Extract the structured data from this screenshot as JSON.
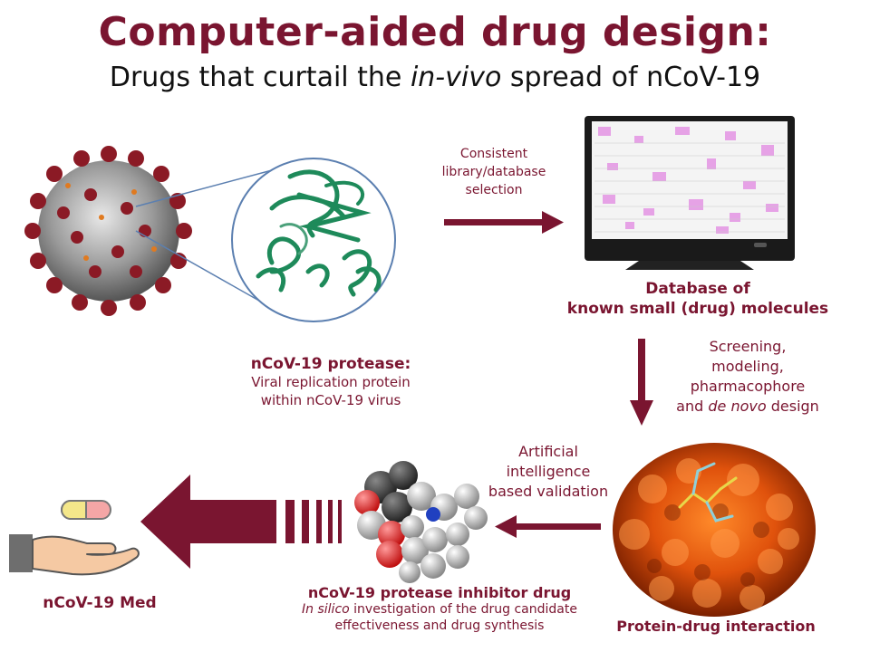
{
  "title": "Computer-aided drug design:",
  "subtitle": {
    "prefix": "Drugs that curtail the ",
    "italic": "in-vivo",
    "suffix": " spread of nCoV-19"
  },
  "arrow_label_consistent": {
    "line1": "Consistent",
    "line2": "library/database",
    "line3": "selection"
  },
  "database_label": {
    "line1": "Database of",
    "line2": "known small (drug) molecules"
  },
  "protease_label": {
    "head": "nCoV-19 protease:",
    "line1": "Viral replication protein",
    "line2": "within nCoV-19 virus"
  },
  "screening_label": {
    "line1": "Screening,",
    "line2": "modeling,",
    "line3": "pharmacophore",
    "line4_prefix": "and ",
    "line4_italic": "de novo",
    "line4_suffix": " design"
  },
  "ai_label": {
    "line1": "Artificial",
    "line2": "intelligence",
    "line3": "based validation"
  },
  "protein_label": "Protein-drug interaction",
  "inhibitor_label": {
    "head": "nCoV-19 protease inhibitor drug",
    "line1_italic": "In silico",
    "line1_suffix": " investigation of the drug candidate",
    "line2": "effectiveness and drug synthesis"
  },
  "med_label": "nCoV-19 Med",
  "colors": {
    "maroon": "#7a1530",
    "protein_green": "#1e8a5a",
    "circle_blue": "#5b7fb0",
    "virus_red": "#8b1a25",
    "orange": "#e05a10"
  },
  "icons": [
    "virus-icon",
    "protein-structure-icon",
    "monitor-icon",
    "protein-surface-icon",
    "molecule-icon",
    "pill-icon",
    "hand-icon"
  ]
}
